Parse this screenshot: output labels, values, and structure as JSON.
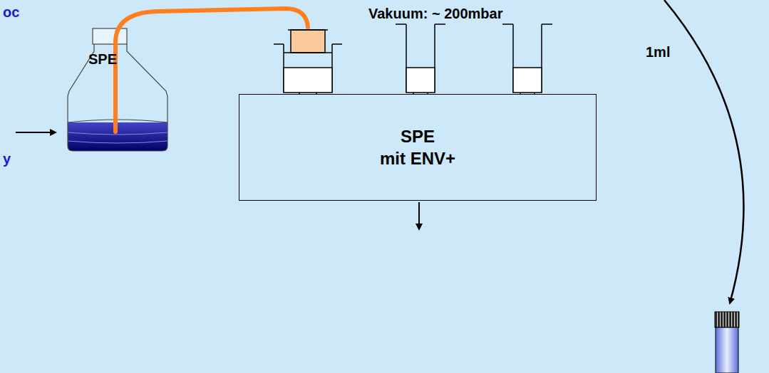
{
  "diagram": {
    "nodes": [
      {
        "text": [
          "SPE mit ENV+"
        ]
      }
    ],
    "labels": [
      "oc",
      "Vakuum: ~ 200mbar",
      "SPE",
      "1ml",
      "y"
    ]
  }
}
